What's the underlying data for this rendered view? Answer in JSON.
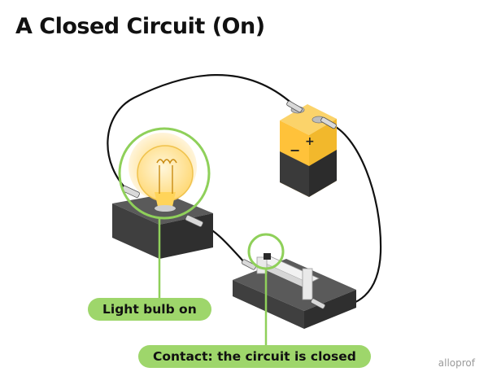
{
  "title": "A Closed Circuit (On)",
  "callouts": {
    "bulb": "Light bulb on",
    "contact": "Contact: the circuit is closed"
  },
  "battery": {
    "positive_symbol": "+",
    "negative_symbol": "−"
  },
  "brand": "alloprof",
  "colors": {
    "accent_green": "#9ed66b",
    "callout_line": "#8fd05a",
    "battery_yellow": "#f2b82c",
    "box_dark": "#4a4a4a",
    "wire": "#111111",
    "bulb_glow": "#ffd45a"
  }
}
